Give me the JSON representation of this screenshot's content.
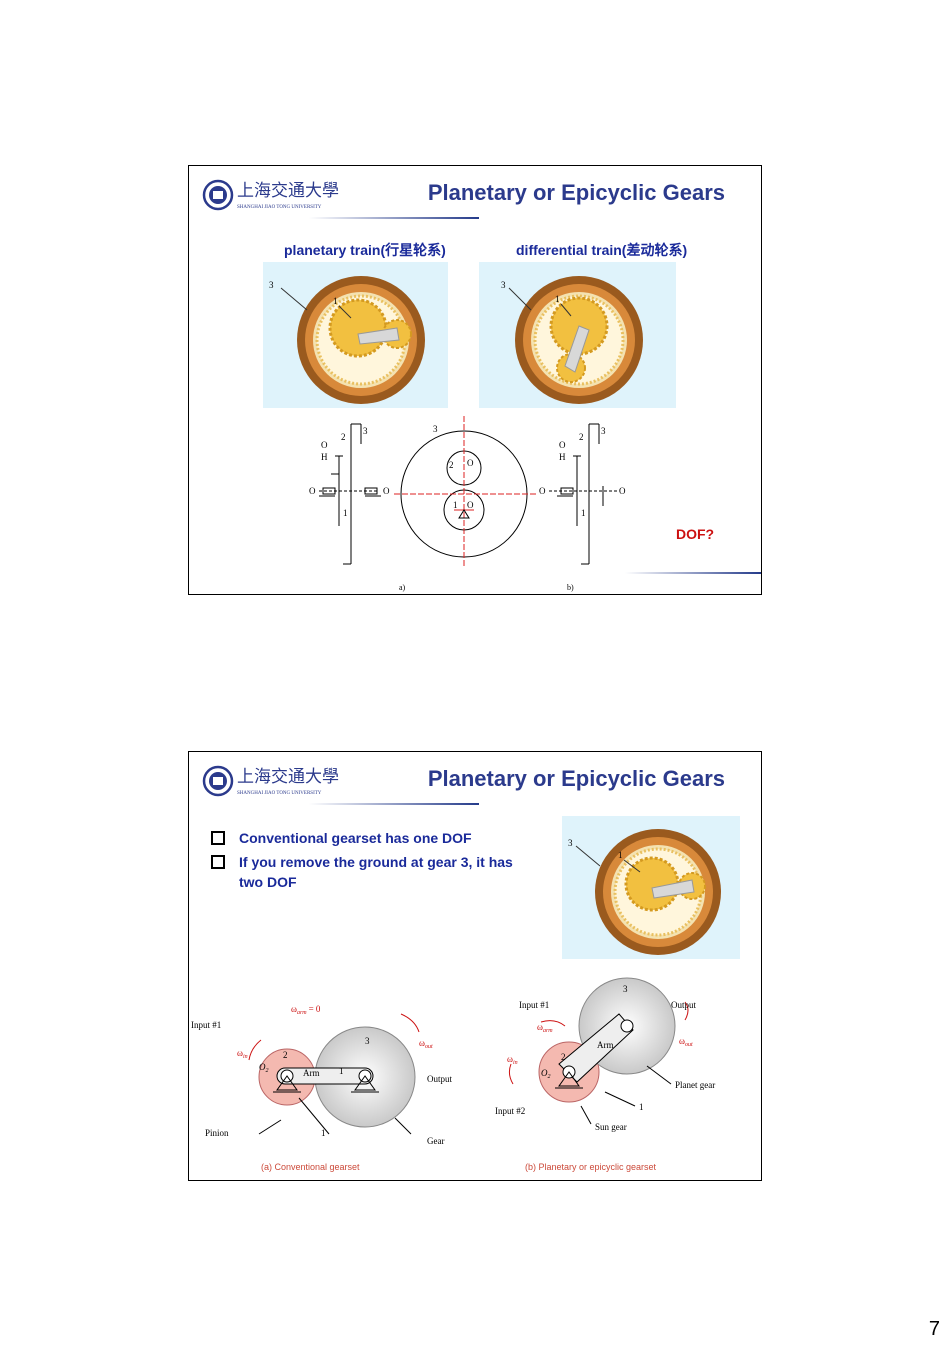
{
  "slide1": {
    "logo": {
      "chinese": "上海交通大學",
      "english": "SHANGHAI JIAO TONG UNIVERSITY"
    },
    "title": "Planetary or Epicyclic Gears",
    "left_label": "planetary train(行星轮系)",
    "right_label": "differential train(差动轮系)",
    "image_labels": {
      "outer": "3",
      "inner": "1"
    },
    "schematic": {
      "a_label": "a)",
      "b_label": "b)",
      "O": "O",
      "O1": "O",
      "H": "H",
      "n1": "1",
      "n2": "2",
      "n3": "3"
    },
    "dof": "DOF?"
  },
  "slide2": {
    "logo": {
      "chinese": "上海交通大學",
      "english": "SHANGHAI JIAO TONG UNIVERSITY"
    },
    "title": "Planetary or Epicyclic Gears",
    "bullets": [
      "Conventional gearset has one DOF",
      "If you remove the ground at gear 3, it has two DOF"
    ],
    "image_labels": {
      "outer": "3",
      "inner": "1"
    },
    "diagram_a": {
      "input1": "Input #1",
      "omega_arm": "ω",
      "arm_sub": "arm",
      "arm_eq": "= 0",
      "omega_in": "ω",
      "in_sub": "in",
      "omega_out": "ω",
      "out_sub": "out",
      "n2": "2",
      "n3": "3",
      "n1": "1",
      "o2": "O",
      "o2_sub": "2",
      "arm": "Arm",
      "output": "Output",
      "pinion": "Pinion",
      "gear": "Gear",
      "caption": "(a)  Conventional gearset"
    },
    "diagram_b": {
      "input1": "Input #1",
      "input2": "Input #2",
      "output": "Output",
      "omega_arm": "ω",
      "arm_sub": "arm",
      "omega_in": "ω",
      "in_sub": "in",
      "omega_out": "ω",
      "out_sub": "out",
      "n2": "2",
      "n3": "3",
      "n1": "1",
      "o2": "O",
      "o2_sub": "2",
      "arm": "Arm",
      "planet_gear": "Planet gear",
      "sun_gear": "Sun gear",
      "caption": "(b)  Planetary or epicyclic gearset"
    }
  },
  "page_number": "7",
  "colors": {
    "title": "#2b3a8c",
    "bullet": "#1a2a9a",
    "accent_red": "#cc1010",
    "pink": "#f4b9b0"
  }
}
